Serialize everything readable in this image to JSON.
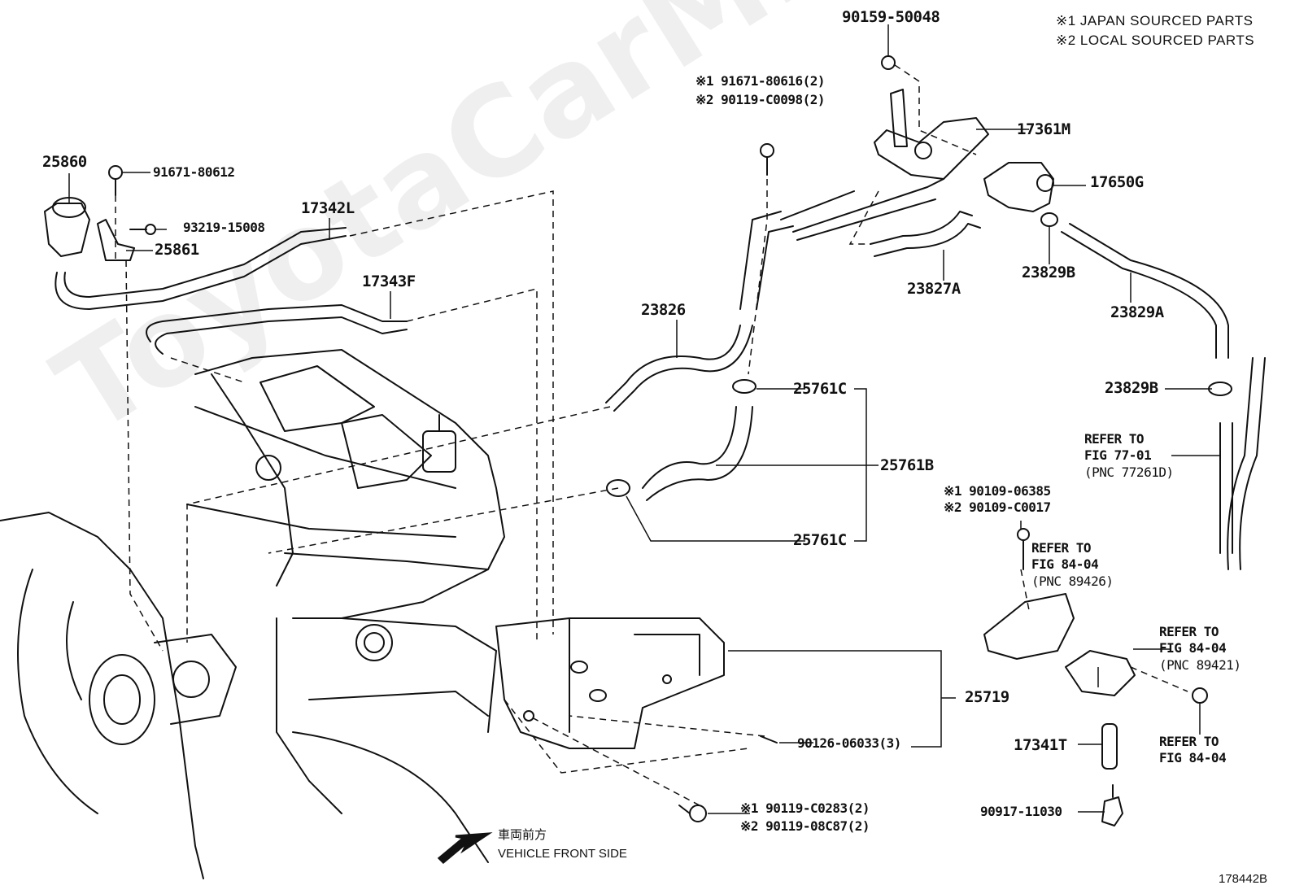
{
  "legend": {
    "line1": "※1 JAPAN SOURCED PARTS",
    "line2": "※2 LOCAL SOURCED PARTS"
  },
  "watermark": "ToyotaCarMir.ru",
  "parts": {
    "p90159_50048": "90159-50048",
    "p91671_80616_j": "※1 91671-80616(2)",
    "p90119_C0098_l": "※2 90119-C0098(2)",
    "p17361M": "17361M",
    "p17650G": "17650G",
    "p25860": "25860",
    "p91671_80612": "91671-80612",
    "p93219_15008": "93219-15008",
    "p25861": "25861",
    "p17342L": "17342L",
    "p17343F": "17343F",
    "p23826": "23826",
    "p23827A": "23827A",
    "p23829B_top": "23829B",
    "p23829A": "23829A",
    "p23829B_side": "23829B",
    "p25761C_top": "25761C",
    "p25761B": "25761B",
    "p25761C_bottom": "25761C",
    "p90109_06385_j": "※1 90109-06385",
    "p90109_C0017_l": "※2 90109-C0017",
    "p25719": "25719",
    "p90126_06033": "90126-06033(3)",
    "p90119_C0283_j": "※1 90119-C0283(2)",
    "p90119_08C87_l": "※2 90119-08C87(2)",
    "p17341T": "17341T",
    "p90917_11030": "90917-11030"
  },
  "references": {
    "fig77": {
      "line1": "REFER TO",
      "line2": "FIG 77-01",
      "line3": "(PNC 77261D)"
    },
    "fig84_a": {
      "line1": "REFER TO",
      "line2": "FIG 84-04",
      "line3": "(PNC 89426)"
    },
    "fig84_b": {
      "line1": "REFER TO",
      "line2": "FIG 84-04",
      "line3": "(PNC 89421)"
    },
    "fig84_c": {
      "line1": "REFER TO",
      "line2": "FIG 84-04"
    }
  },
  "direction": {
    "jp": "車両前方",
    "en": "VEHICLE FRONT SIDE"
  },
  "figure_code": "178442B"
}
